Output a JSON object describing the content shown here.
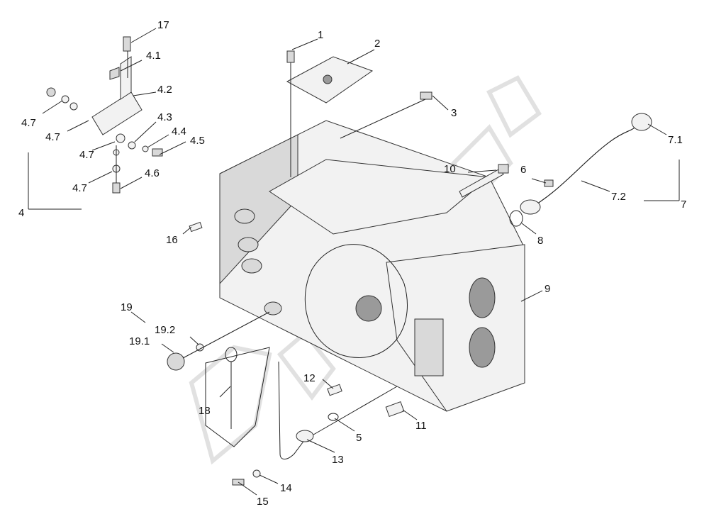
{
  "labels": {
    "l1": "1",
    "l2": "2",
    "l3": "3",
    "l4": "4",
    "l4_1": "4.1",
    "l4_2": "4.2",
    "l4_3": "4.3",
    "l4_4": "4.4",
    "l4_5": "4.5",
    "l4_6": "4.6",
    "l4_7a": "4.7",
    "l4_7b": "4.7",
    "l4_7c": "4.7",
    "l4_7d": "4.7",
    "l5": "5",
    "l6": "6",
    "l7": "7",
    "l7_1": "7.1",
    "l7_2": "7.2",
    "l8": "8",
    "l9": "9",
    "l10": "10",
    "l11": "11",
    "l12": "12",
    "l13": "13",
    "l14": "14",
    "l15": "15",
    "l16": "16",
    "l17": "17",
    "l18": "18",
    "l19": "19",
    "l19_1": "19.1",
    "l19_2": "19.2"
  },
  "colors": {
    "line": "#222222",
    "fill": "#f2f2f2",
    "watermark": "#c9c9c9"
  }
}
